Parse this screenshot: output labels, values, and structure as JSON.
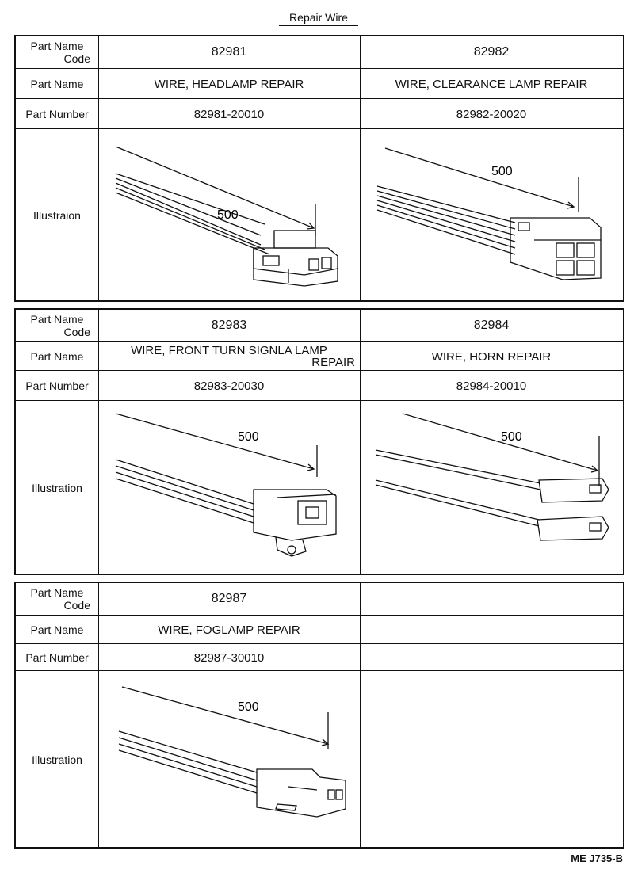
{
  "page": {
    "title": "Repair Wire",
    "footer_code": "ME J735-B"
  },
  "labels": {
    "part_name_code_1": "Part Name",
    "part_name_code_2": "Code",
    "part_name": "Part Name",
    "part_number": "Part Number",
    "illustration_misspelled": "Illustraion",
    "illustration": "Illustration"
  },
  "blocks": [
    {
      "parts": [
        {
          "code": "82981",
          "name": "WIRE, HEADLAMP REPAIR",
          "number": "82981-20010",
          "length": "500",
          "connector": "headlamp-connector"
        },
        {
          "code": "82982",
          "name": "WIRE, CLEARANCE LAMP REPAIR",
          "number": "82982-20020",
          "length": "500",
          "connector": "clearance-lamp-connector"
        }
      ]
    },
    {
      "parts": [
        {
          "code": "82983",
          "name_line1": "WIRE, FRONT TURN SIGNLA LAMP",
          "name_line2": "REPAIR",
          "number": "82983-20030",
          "length": "500",
          "connector": "turn-signal-connector"
        },
        {
          "code": "82984",
          "name": "WIRE, HORN REPAIR",
          "number": "82984-20010",
          "length": "500",
          "connector": "horn-terminals"
        }
      ]
    },
    {
      "parts": [
        {
          "code": "82987",
          "name": "WIRE, FOGLAMP REPAIR",
          "number": "82987-30010",
          "length": "500",
          "connector": "foglamp-connector"
        },
        {
          "code": "",
          "name": "",
          "number": ""
        }
      ]
    }
  ]
}
